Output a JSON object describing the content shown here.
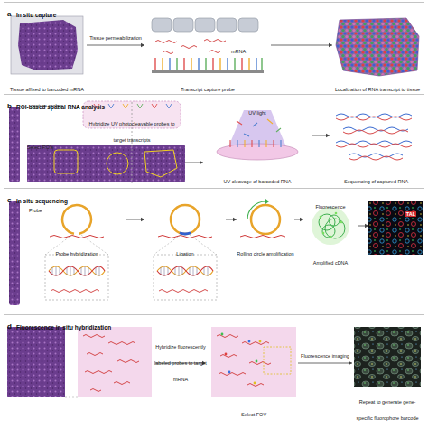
{
  "diagram": {
    "nodes": [
      {
        "text": [
          "a",
          "In situ capture"
        ]
      },
      {
        "text": [
          "Tissue affixed to barcoded mRNA capture probes"
        ],
        "in": 0
      },
      {
        "text": [
          "mRNA",
          "Transcript capture probe"
        ],
        "in": 0
      },
      {
        "text": [
          "Localization of RNA transcript to tissue"
        ],
        "in": 0
      },
      {
        "text": [
          "b",
          "ROI-based spatial RNA analysis"
        ]
      },
      {
        "text": [
          "Hybridize UV photocleavable probes to target transcripts"
        ],
        "in": 4
      },
      {
        "text": [
          "Select ROIs"
        ],
        "in": 4
      },
      {
        "text": [
          "UV light",
          "UV cleavage of barcoded RNA"
        ],
        "in": 4
      },
      {
        "text": [
          "Sequencing of captured RNA"
        ],
        "in": 4
      },
      {
        "text": [
          "c",
          "In situ sequencing"
        ]
      },
      {
        "text": [
          "Probe",
          "Probe hybridization"
        ],
        "in": 9
      },
      {
        "text": [
          "Ligation"
        ],
        "in": 9
      },
      {
        "text": [
          "Rolling circle amplification"
        ],
        "in": 9
      },
      {
        "text": [
          "Fluorescence",
          "Amplified cDNA"
        ],
        "in": 9
      },
      {
        "text": [
          "TAL"
        ],
        "in": 9
      },
      {
        "text": [
          "d",
          "Fluorescence in situ hybridization"
        ]
      },
      {
        "text": [
          "Select FOV"
        ],
        "in": 15
      },
      {
        "text": [
          "Repeat to generate gene-specific fluorophore barcode"
        ],
        "in": 15
      }
    ],
    "edges": [
      {
        "from": 1,
        "to": 2,
        "arrow": "to",
        "label": "Tissue permeabilization"
      },
      {
        "from": 2,
        "to": 3,
        "arrow": "to"
      },
      {
        "from": 5,
        "to": 6,
        "arrow": "none"
      },
      {
        "from": 6,
        "to": 7,
        "arrow": "to"
      },
      {
        "from": 7,
        "to": 8,
        "arrow": "to"
      },
      {
        "from": 10,
        "to": 11,
        "arrow": "to"
      },
      {
        "from": 11,
        "to": 12,
        "arrow": "to"
      },
      {
        "from": 12,
        "to": 13,
        "arrow": "to"
      },
      {
        "from": 13,
        "to": 14,
        "arrow": "to"
      },
      {
        "from": 16,
        "to": 17,
        "arrow": "to",
        "label": "Fluorescence imaging"
      }
    ],
    "labels": [
      "Hybridize fluorescently labeled probes to target mRNA"
    ]
  }
}
